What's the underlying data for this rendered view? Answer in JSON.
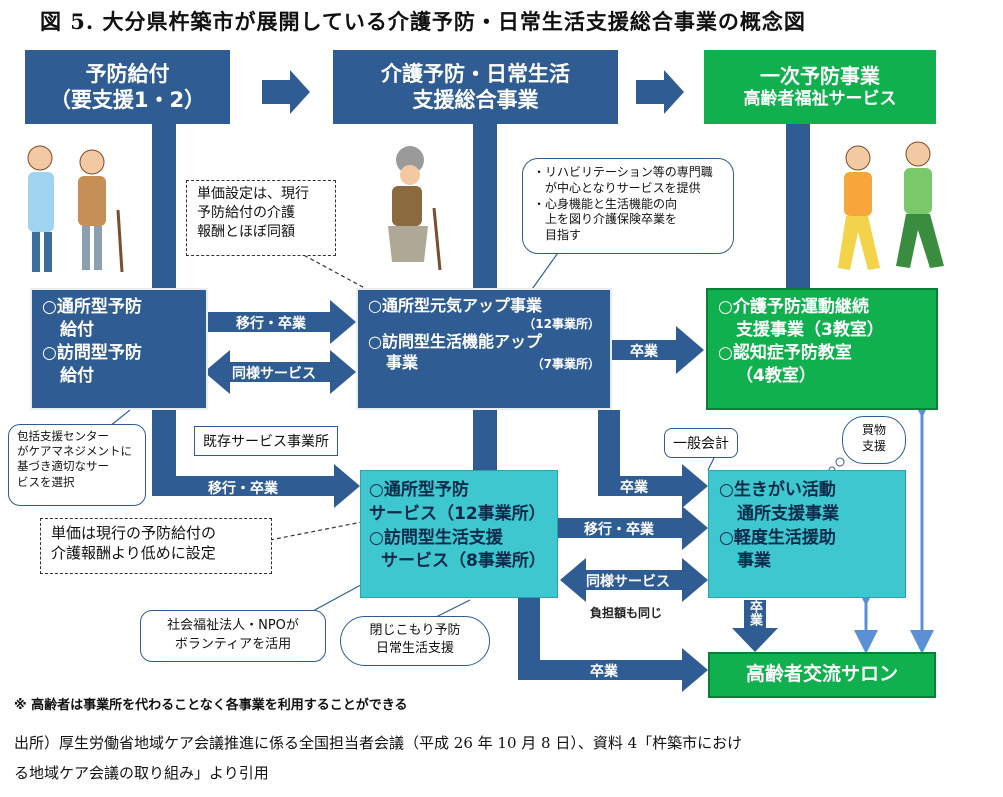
{
  "title": "図 5. 大分県杵築市が展開している介護予防・日常生活支援総合事業の概念図",
  "headers": {
    "left": [
      "予防給付",
      "（要支援1・2）"
    ],
    "middle": [
      "介護予防・日常生活",
      "支援総合事業"
    ],
    "right": [
      "一次予防事業",
      "高齢者福祉サービス"
    ]
  },
  "boxes": {
    "yobo_kyufu": [
      "○通所型予防",
      "給付",
      "○訪問型予防",
      "給付"
    ],
    "genki": [
      "○通所型元気アップ事業",
      "（12事業所）",
      "○訪問型生活機能アップ",
      "事業",
      "（7事業所）"
    ],
    "kaigo_yobo": [
      "○介護予防運動継続",
      "支援事業（3教室）",
      "○認知症予防教室",
      "（4教室）"
    ],
    "yobo_service": [
      "○通所型予防",
      "サービス（12事業所）",
      "○訪問型生活支援",
      "サービス（8事業所）"
    ],
    "ikigai": [
      "○生きがい活動",
      "通所支援事業",
      "○軽度生活援助",
      "事業"
    ],
    "salon": "高齢者交流サロン"
  },
  "callouts": {
    "tanka": [
      "単価設定は、現行",
      "予防給付の介護",
      "報酬とほぼ同額"
    ],
    "rehab": [
      "・リハビリテーション等の専門職",
      "が中心となりサービスを提供",
      "・心身機能と生活機能の向",
      "上を図り介護保険卒業を",
      "目指す"
    ],
    "houkatsu": [
      "包括支援センター",
      "がケアマネジメントに",
      "基づき適切なサー",
      "ビスを選択"
    ],
    "tanka_low": [
      "単価は現行の予防給付の",
      "介護報酬より低めに設定"
    ],
    "shakai": [
      "社会福祉法人・NPOが",
      "ボランティアを活用"
    ],
    "tojikomori": [
      "閉じこもり予防",
      "日常生活支援"
    ],
    "kaimono": [
      "買物",
      "支援"
    ],
    "kison": "既存サービス事業所",
    "ippan": "一般会計"
  },
  "arrows": {
    "ikou1": "移行・卒業",
    "douyou1": "同様サービス",
    "sotsugyo1": "卒業",
    "ikou2": "移行・卒業",
    "sotsugyo2": "卒業",
    "ikou3": "移行・卒業",
    "douyou2": "同様サービス",
    "futan": "負担額も同じ",
    "sotsugyo3": "卒業",
    "sotsugyo4": "卒業"
  },
  "note": "※ 高齢者は事業所を代わることなく各事業を利用することができる",
  "source": [
    "出所）厚生労働省地域ケア会議推進に係る全国担当者会議（平成 26 年 10 月 8 日）、資料 4「杵築市におけ",
    "る地域ケア会議の取り組み」より引用"
  ],
  "colors": {
    "blue": "#2f5d93",
    "green": "#0fb04d",
    "teal": "#3fc7cf",
    "light_blue": "#5b8fd6"
  }
}
